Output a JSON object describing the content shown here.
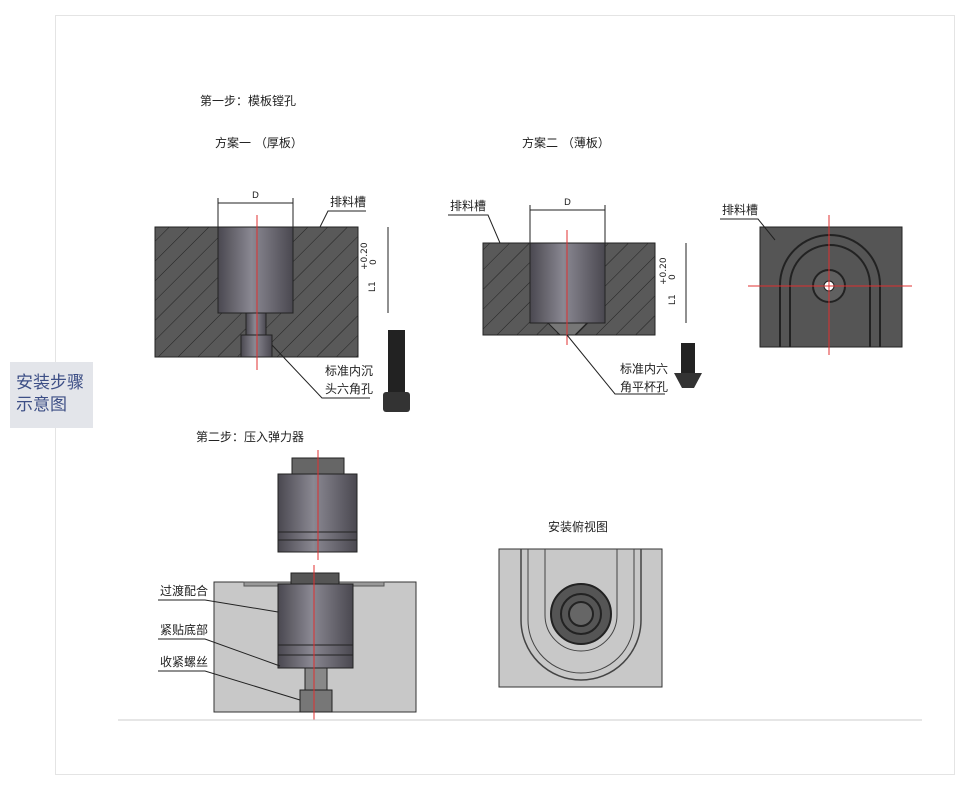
{
  "sidebar": {
    "label_line1": "安装步骤",
    "label_line2": "示意图"
  },
  "step1": {
    "title": "第一步：模板镗孔",
    "plan1": {
      "title": "方案一 （厚板）",
      "dim_d": "D",
      "slot_label": "排料槽",
      "tol_upper": "+0.20",
      "tol_lower": "0",
      "dim_l1": "L1",
      "hole_line1": "标准内沉",
      "hole_line2": "头六角孔"
    },
    "plan2": {
      "title": "方案二 （薄板）",
      "dim_d": "D",
      "slot_label": "排料槽",
      "tol_upper": "+0.20",
      "tol_lower": "0",
      "dim_l1": "L1",
      "hole_line1": "标准内六",
      "hole_line2": "角平杯孔"
    },
    "top_view": {
      "slot_label": "排料槽"
    }
  },
  "step2": {
    "title": "第二步：压入弹力器",
    "labels": [
      "过渡配合",
      "紧贴底部",
      "收紧螺丝"
    ],
    "top_view_title": "安装俯视图"
  },
  "colors": {
    "accent": "#3d4f86",
    "plate": "#555555",
    "red": "#e03030"
  }
}
